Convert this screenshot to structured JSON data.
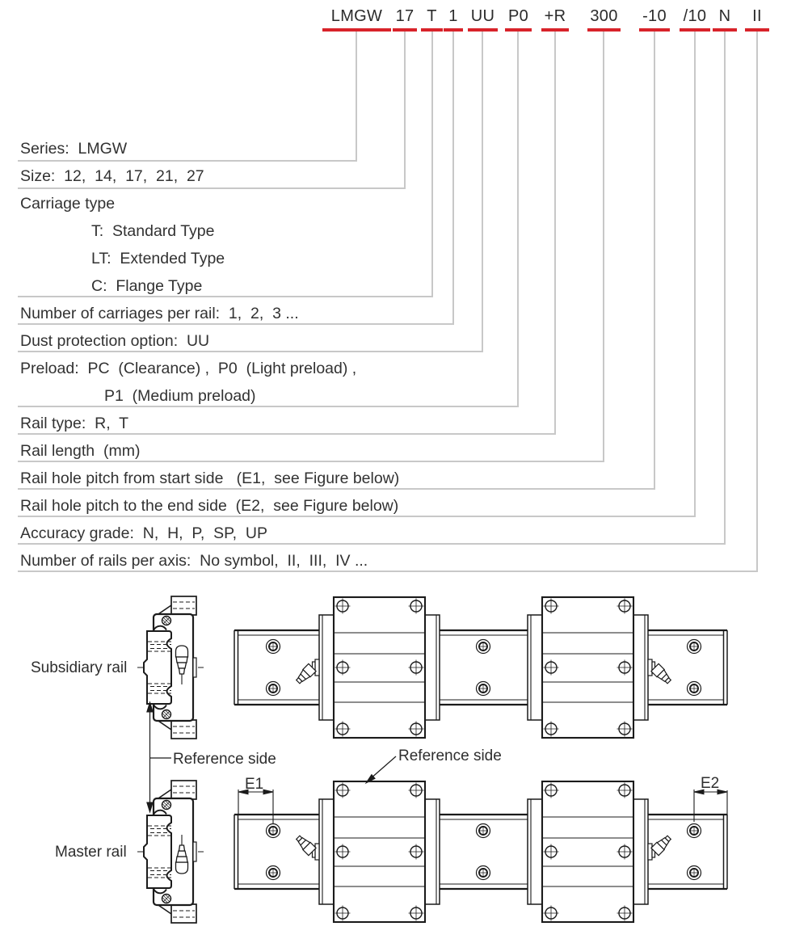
{
  "part_number": {
    "segments": [
      {
        "code": "LMGW"
      },
      {
        "code": "17"
      },
      {
        "code": "T"
      },
      {
        "code": "1"
      },
      {
        "code": "UU"
      },
      {
        "code": "P0"
      },
      {
        "code": "+R"
      },
      {
        "code": "300"
      },
      {
        "code": "-10"
      },
      {
        "code": "/10"
      },
      {
        "code": "N"
      },
      {
        "code": "II"
      }
    ]
  },
  "legend": {
    "rows": [
      {
        "text": "Series:  LMGW"
      },
      {
        "text": "Size:  12,  14,  17,  21,  27"
      },
      {
        "text": "Carriage type"
      },
      {
        "text": "T:  Standard Type"
      },
      {
        "text": "LT:  Extended Type"
      },
      {
        "text": "C:  Flange Type"
      },
      {
        "text": "Number of carriages per rail:  1,  2,  3 ..."
      },
      {
        "text": "Dust protection option:  UU"
      },
      {
        "text": "Preload:  PC  (Clearance) ,  P0  (Light preload) ,"
      },
      {
        "text": "P1  (Medium preload)"
      },
      {
        "text": "Rail type:  R,  T"
      },
      {
        "text": "Rail length  (mm)"
      },
      {
        "text": "Rail hole pitch from start side   (E1,  see Figure below)"
      },
      {
        "text": "Rail hole pitch to the end side  (E2,  see Figure below)"
      },
      {
        "text": "Accuracy grade:  N,  H,  P,  SP,  UP"
      },
      {
        "text": "Number of rails per axis:  No symbol,  II,  III,  IV ..."
      }
    ]
  },
  "figure": {
    "subsidiary_rail_label": "Subsidiary rail",
    "master_rail_label": "Master rail",
    "reference_side_left_label": "Reference side",
    "reference_side_right_label": "Reference side",
    "e1_label": "E1",
    "e2_label": "E2"
  },
  "colors": {
    "underline_red": "#d8232a",
    "connector_gray": "#c8c8c8",
    "drawing_line": "#1b1b1b",
    "text": "#323232"
  }
}
